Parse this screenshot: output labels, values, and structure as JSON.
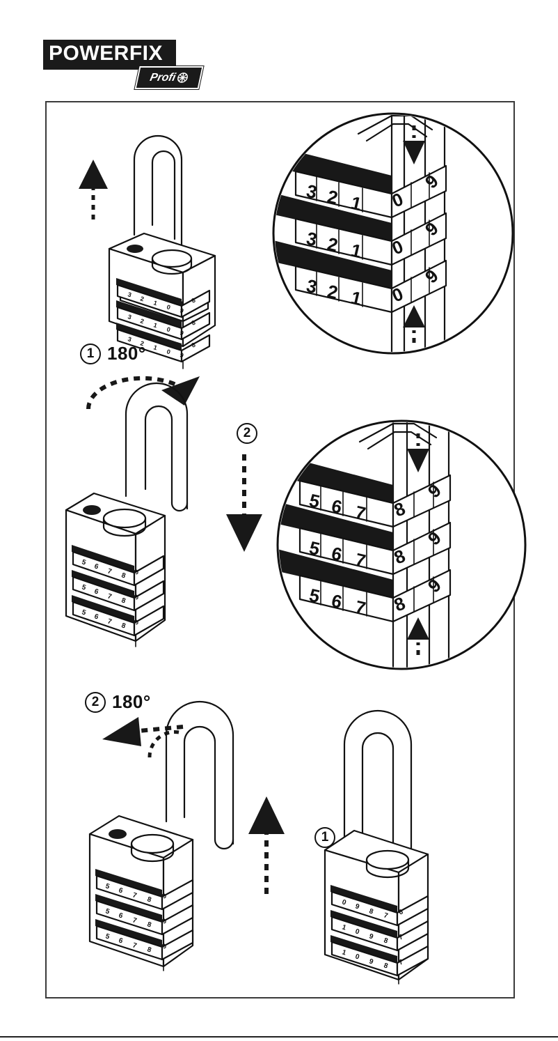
{
  "brand": {
    "name": "POWERFIX",
    "sub": "Profi",
    "mark_icon": "crosshair-wheel-icon"
  },
  "document": {
    "type": "instruction-diagram",
    "subject": "combination padlock reset procedure",
    "panel_count": 6
  },
  "steps": [
    {
      "id": "panel-1",
      "name": "pull-shackle-up",
      "arrow": "up-dashed-arrow",
      "caption": ""
    },
    {
      "id": "panel-2",
      "name": "rotate-shackle-180-and-press-down",
      "marker_1": "1",
      "degrees_1": "180°",
      "marker_2": "2",
      "arrow_1": "curved-dashed-arrow-right",
      "arrow_2": "down-dashed-arrow"
    },
    {
      "id": "panel-3",
      "name": "pull-up-and-rotate-back-180",
      "marker_1": "1",
      "marker_2": "2",
      "degrees_2": "180°",
      "arrow_1": "up-dashed-arrow",
      "arrow_2": "curved-dashed-arrow-left"
    },
    {
      "id": "panel-4",
      "name": "locked-padlock",
      "caption": ""
    }
  ],
  "detail_views": [
    {
      "id": "detail-circle-1",
      "name": "dial-detail-zero-position",
      "arrow_top": "down-dashed-arrow",
      "arrow_bottom": "up-dashed-arrow",
      "rows": [
        [
          "3",
          "2",
          "1",
          "0",
          "9"
        ],
        [
          "3",
          "2",
          "1",
          "0",
          "9"
        ],
        [
          "3",
          "2",
          "1",
          "0",
          "9"
        ]
      ],
      "highlighted_digit": "0"
    },
    {
      "id": "detail-circle-2",
      "name": "dial-detail-seven-position",
      "arrow_top": "down-dashed-arrow",
      "arrow_bottom": "up-dashed-arrow",
      "rows": [
        [
          "5",
          "6",
          "7",
          "8",
          "9"
        ],
        [
          "5",
          "6",
          "7",
          "8",
          "9"
        ],
        [
          "5",
          "6",
          "7",
          "8",
          "9"
        ]
      ],
      "highlighted_digit": "7"
    }
  ],
  "padlocks": [
    {
      "id": "padlock-1",
      "state": "shackle-up-unlocked",
      "dial_rows": [
        [
          "3",
          "2",
          "1",
          "0",
          "9"
        ],
        [
          "3",
          "2",
          "1",
          "0",
          "9"
        ],
        [
          "3",
          "2",
          "1",
          "0",
          "9"
        ]
      ]
    },
    {
      "id": "padlock-2",
      "state": "shackle-rotated-180",
      "dial_rows": [
        [
          "5",
          "6",
          "7",
          "8",
          "9"
        ],
        [
          "5",
          "6",
          "7",
          "8",
          "9"
        ],
        [
          "5",
          "6",
          "7",
          "8",
          "9"
        ]
      ]
    },
    {
      "id": "padlock-3",
      "state": "shackle-rotating-back",
      "dial_rows": [
        [
          "5",
          "6",
          "7",
          "8",
          "9"
        ],
        [
          "5",
          "6",
          "7",
          "8",
          "9"
        ],
        [
          "5",
          "6",
          "7",
          "8",
          "9"
        ]
      ]
    },
    {
      "id": "padlock-4",
      "state": "closed-locked",
      "dial_rows": [
        [
          "0",
          "9",
          "8",
          "7",
          "6"
        ],
        [
          "1",
          "0",
          "9",
          "8",
          "7"
        ],
        [
          "1",
          "0",
          "9",
          "8",
          "7"
        ]
      ]
    }
  ],
  "colors": {
    "ink": "#111111",
    "frame": "#3a3a3a",
    "brand_bg": "#1a1a1a",
    "paper": "#ffffff"
  }
}
